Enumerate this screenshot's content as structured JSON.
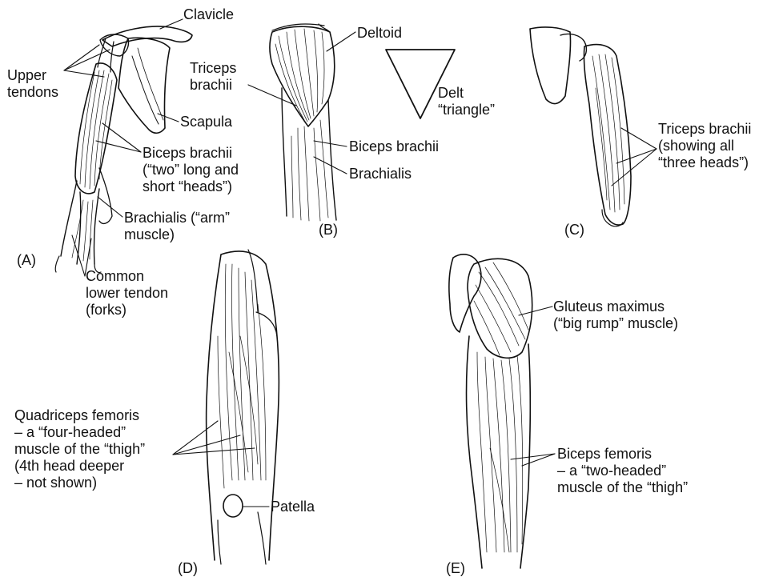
{
  "panels": {
    "a": {
      "tag": "(A)",
      "clavicle": "Clavicle",
      "upper_tendons": [
        "Upper",
        "tendons"
      ],
      "scapula": "Scapula",
      "biceps": [
        "Biceps brachii",
        "(“two” long and",
        "short “heads”)"
      ],
      "brachialis": [
        "Brachialis (“arm”",
        "muscle)"
      ],
      "common_tendon": [
        "Common",
        "lower tendon",
        "(forks)"
      ]
    },
    "b": {
      "tag": "(B)",
      "deltoid": "Deltoid",
      "triceps": [
        "Triceps",
        "brachii"
      ],
      "delt_triangle": [
        "Delt",
        "“triangle”"
      ],
      "biceps": "Biceps brachii",
      "brachialis": "Brachialis"
    },
    "c": {
      "tag": "(C)",
      "triceps": [
        "Triceps brachii",
        "(showing all",
        "“three heads”)"
      ]
    },
    "d": {
      "tag": "(D)",
      "quadriceps": [
        "Quadriceps femoris",
        "– a “four-headed”",
        "muscle of the “thigh”",
        "(4th head deeper",
        "– not shown)"
      ],
      "patella": "Patella"
    },
    "e": {
      "tag": "(E)",
      "gluteus": [
        "Gluteus maximus",
        "(“big rump” muscle)"
      ],
      "biceps_femoris": [
        "Biceps femoris",
        "– a “two-headed”",
        "muscle of the “thigh”"
      ]
    }
  },
  "colors": {
    "ink": "#111111",
    "paper": "#ffffff"
  }
}
